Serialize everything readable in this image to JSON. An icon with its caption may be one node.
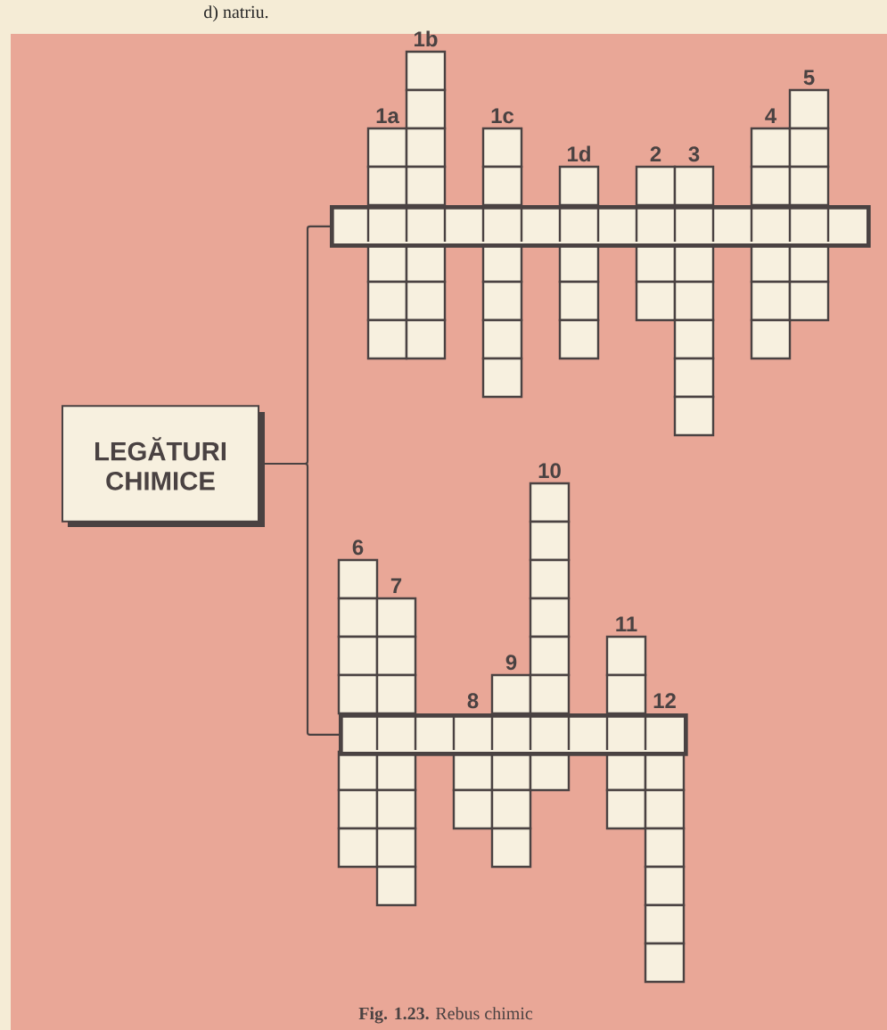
{
  "diagram": {
    "caption": "**Fig. 1.23.** Rebus chimic",
    "nodes": [
      {
        "text": [
          "LEGĂTURI CHIMICE"
        ]
      },
      {
        "text": [],
        "shape": "bar"
      },
      {
        "text": [],
        "shape": "bar"
      }
    ],
    "edges": [
      {
        "from": 0,
        "to": 1,
        "arrow": "none"
      },
      {
        "from": 0,
        "to": 2,
        "arrow": "none"
      }
    ],
    "labels": [
      "d) natriu.",
      "1a",
      "1b",
      "1c",
      "1d",
      "2",
      "3",
      "4",
      "5",
      "6",
      "7",
      "8",
      "9",
      "10",
      "11",
      "12"
    ]
  }
}
